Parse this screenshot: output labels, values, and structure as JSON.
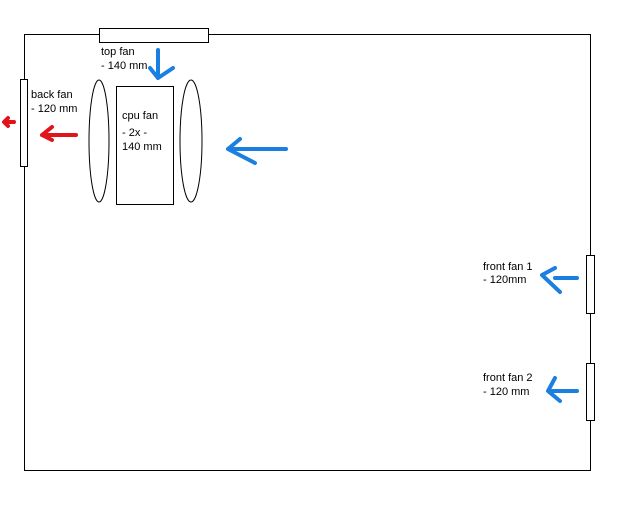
{
  "colors": {
    "intake": "#1a7fe0",
    "exhaust": "#e0141a",
    "outline": "#000000"
  },
  "fans": {
    "top": {
      "name": "top fan",
      "size": "- 140 mm"
    },
    "back": {
      "name": "back fan",
      "size": "- 120 mm"
    },
    "cpu": {
      "name": "cpu fan",
      "count": "- 2x -",
      "size": "140 mm"
    },
    "front1": {
      "name": "front fan 1",
      "size": "- 120mm"
    },
    "front2": {
      "name": "front fan 2",
      "size": "- 120 mm"
    }
  }
}
